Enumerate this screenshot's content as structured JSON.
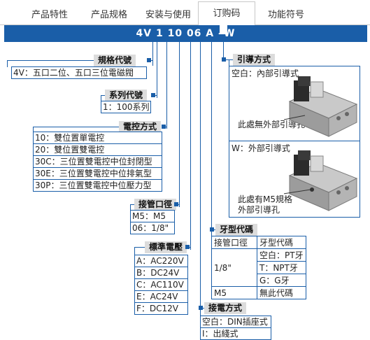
{
  "tabs": [
    {
      "label": "产品特性",
      "active": false
    },
    {
      "label": "产品规格",
      "active": false
    },
    {
      "label": "安装与使用",
      "active": false
    },
    {
      "label": "订购码",
      "active": true
    },
    {
      "label": "功能符号",
      "active": false
    }
  ],
  "banner": {
    "part1": "4V 1 10 06 A",
    "sep": "–W"
  },
  "sections": {
    "spec_code": {
      "label": "規格代號",
      "items": [
        "4V：五口二位、五口三位電磁閥"
      ]
    },
    "series_code": {
      "label": "系列代號",
      "items": [
        "1：100系列"
      ]
    },
    "control": {
      "label": "電控方式",
      "items": [
        "10：雙位置單電控",
        "20：雙位置雙電控",
        "30C：三位置雙電控中位封閉型",
        "30E：三位置雙電控中位排氣型",
        "30P：三位置雙電控中位壓力型"
      ]
    },
    "port": {
      "label": "接管口徑",
      "items": [
        "M5：M5",
        "06：1/8\""
      ]
    },
    "voltage": {
      "label": "標準電壓",
      "items": [
        "A：AC220V",
        "B：DC24V",
        "C：AC110V",
        "E：AC24V",
        "F：DC12V"
      ]
    },
    "wiring": {
      "label": "接電方式",
      "items": [
        "空白：DIN插座式",
        "I：出綫式"
      ]
    },
    "pilot": {
      "label": "引導方式",
      "internal": {
        "title": "空白：內部引導式",
        "note": "此處無外部引導孔"
      },
      "external": {
        "title": "W：外部引導式",
        "note1": "此處有M5規格",
        "note2": "外部引導孔"
      }
    },
    "thread": {
      "label": "牙型代碼",
      "header": [
        "接管口徑",
        "牙型代碼"
      ],
      "size_1_8": "1/8\"",
      "rows_1_8": [
        "空白：PT牙",
        "T：NPT牙",
        "G：G牙"
      ],
      "m5": "M5",
      "m5_value": "無此代碼"
    }
  },
  "colors": {
    "accent": "#1a5ea8",
    "label_bg": "#dcdcdc"
  }
}
